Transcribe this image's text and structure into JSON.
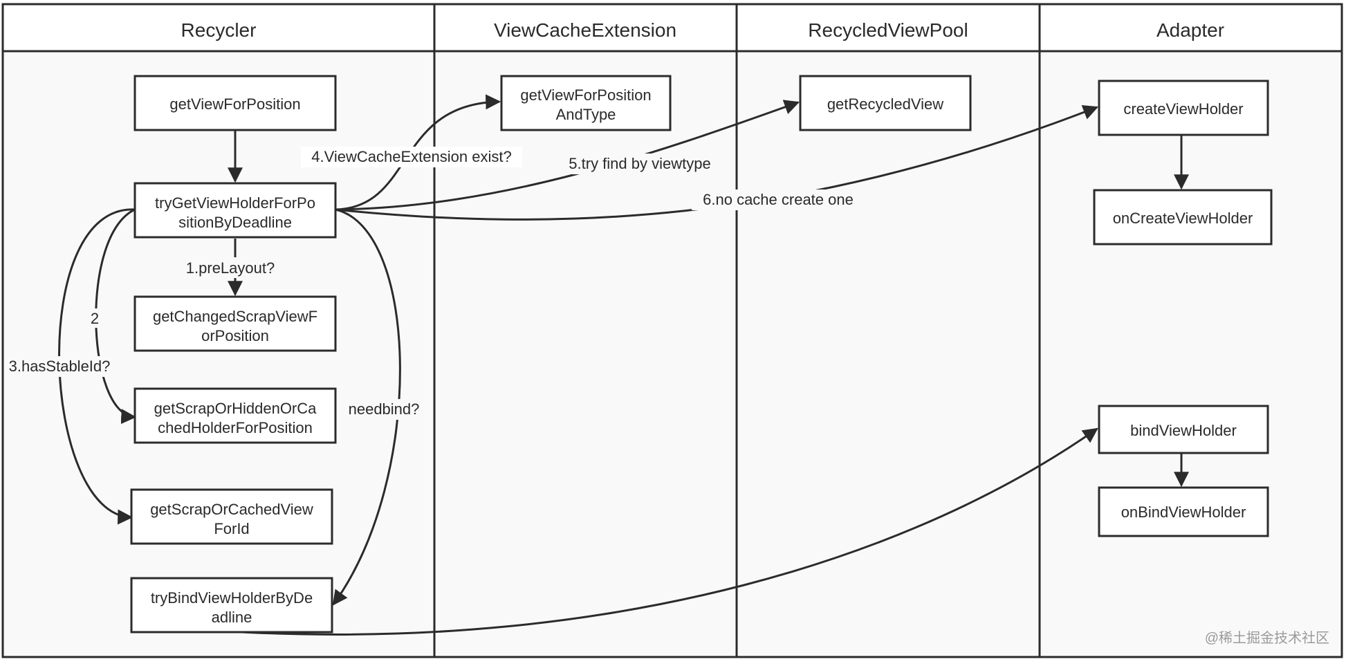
{
  "lanes": [
    {
      "id": "recycler",
      "title": "Recycler"
    },
    {
      "id": "vce",
      "title": "ViewCacheExtension"
    },
    {
      "id": "pool",
      "title": "RecycledViewPool"
    },
    {
      "id": "adapter",
      "title": "Adapter"
    }
  ],
  "nodes": {
    "getViewForPosition": [
      "getViewForPosition"
    ],
    "tryGetViewHolder": [
      "tryGetViewHolderForPo",
      "sitionByDeadline"
    ],
    "getChangedScrap": [
      "getChangedScrapViewF",
      "orPosition"
    ],
    "getScrapOrHidden": [
      "getScrapOrHiddenOrCa",
      "chedHolderForPosition"
    ],
    "getScrapOrCachedForId": [
      "getScrapOrCachedView",
      "ForId"
    ],
    "tryBindViewHolder": [
      "tryBindViewHolderByDe",
      "adline"
    ],
    "getViewForPositionAndType": [
      "getViewForPosition",
      "AndType"
    ],
    "getRecycledView": [
      "getRecycledView"
    ],
    "createViewHolder": [
      "createViewHolder"
    ],
    "onCreateViewHolder": [
      "onCreateViewHolder"
    ],
    "bindViewHolder": [
      "bindViewHolder"
    ],
    "onBindViewHolder": [
      "onBindViewHolder"
    ]
  },
  "edges": {
    "preLayout": "1.preLayout?",
    "step2": "2",
    "hasStableId": "3.hasStableId?",
    "vceExist": "4.ViewCacheExtension exist?",
    "byViewtype": "5.try find by viewtype",
    "noCache": "6.no cache create one",
    "needbind": "needbind?"
  },
  "watermark": "@稀土掘金技术社区"
}
